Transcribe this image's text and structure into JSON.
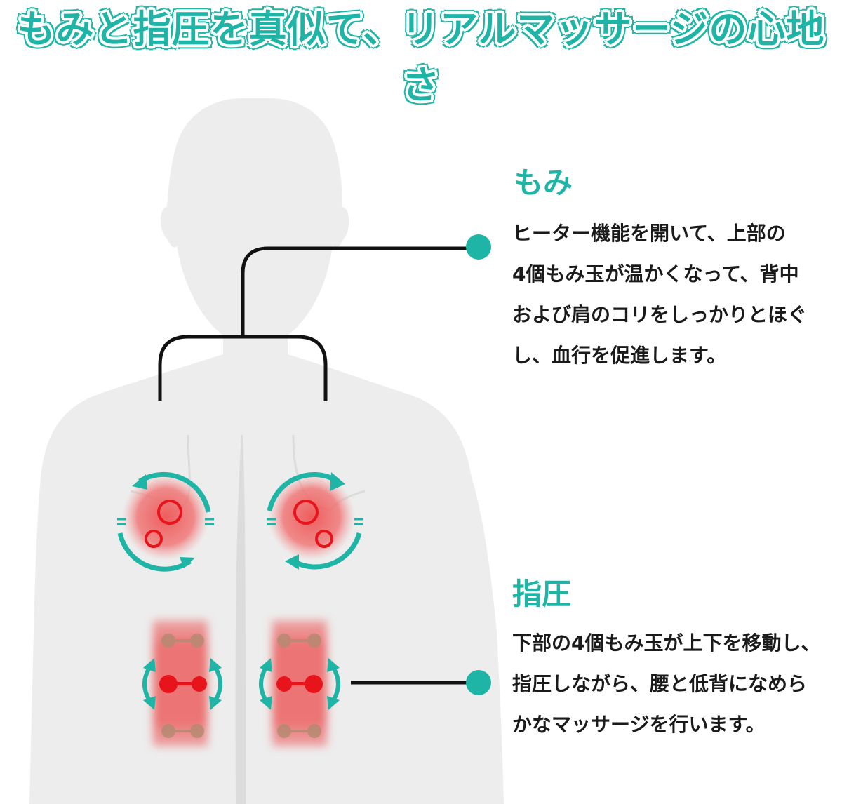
{
  "title": "もみと指圧を真似て、リアルマッサージの心地さ",
  "colors": {
    "accent": "#1fb5a6",
    "body": "#ededed",
    "heat": "#ef6464",
    "node_red": "#e8141c",
    "connector": "#111111"
  },
  "sections": {
    "momi": {
      "heading": "もみ",
      "lines": [
        "ヒーター機能を開いて、上部の",
        "4個もみ玉が温かくなって、背中",
        "および肩のコリをしっかりとほぐ",
        "し、血行を促進します。"
      ]
    },
    "shiatsu": {
      "heading": "指圧",
      "lines": [
        "下部の4個もみ玉が上下を移動し、",
        "指圧しながら、腰と低背になめら",
        "かなマッサージを行います。"
      ]
    }
  },
  "icons": {
    "rotation": "circular-arrow-icon",
    "vertical": "up-down-arrow-icon",
    "callout": "teal-dot-icon"
  }
}
